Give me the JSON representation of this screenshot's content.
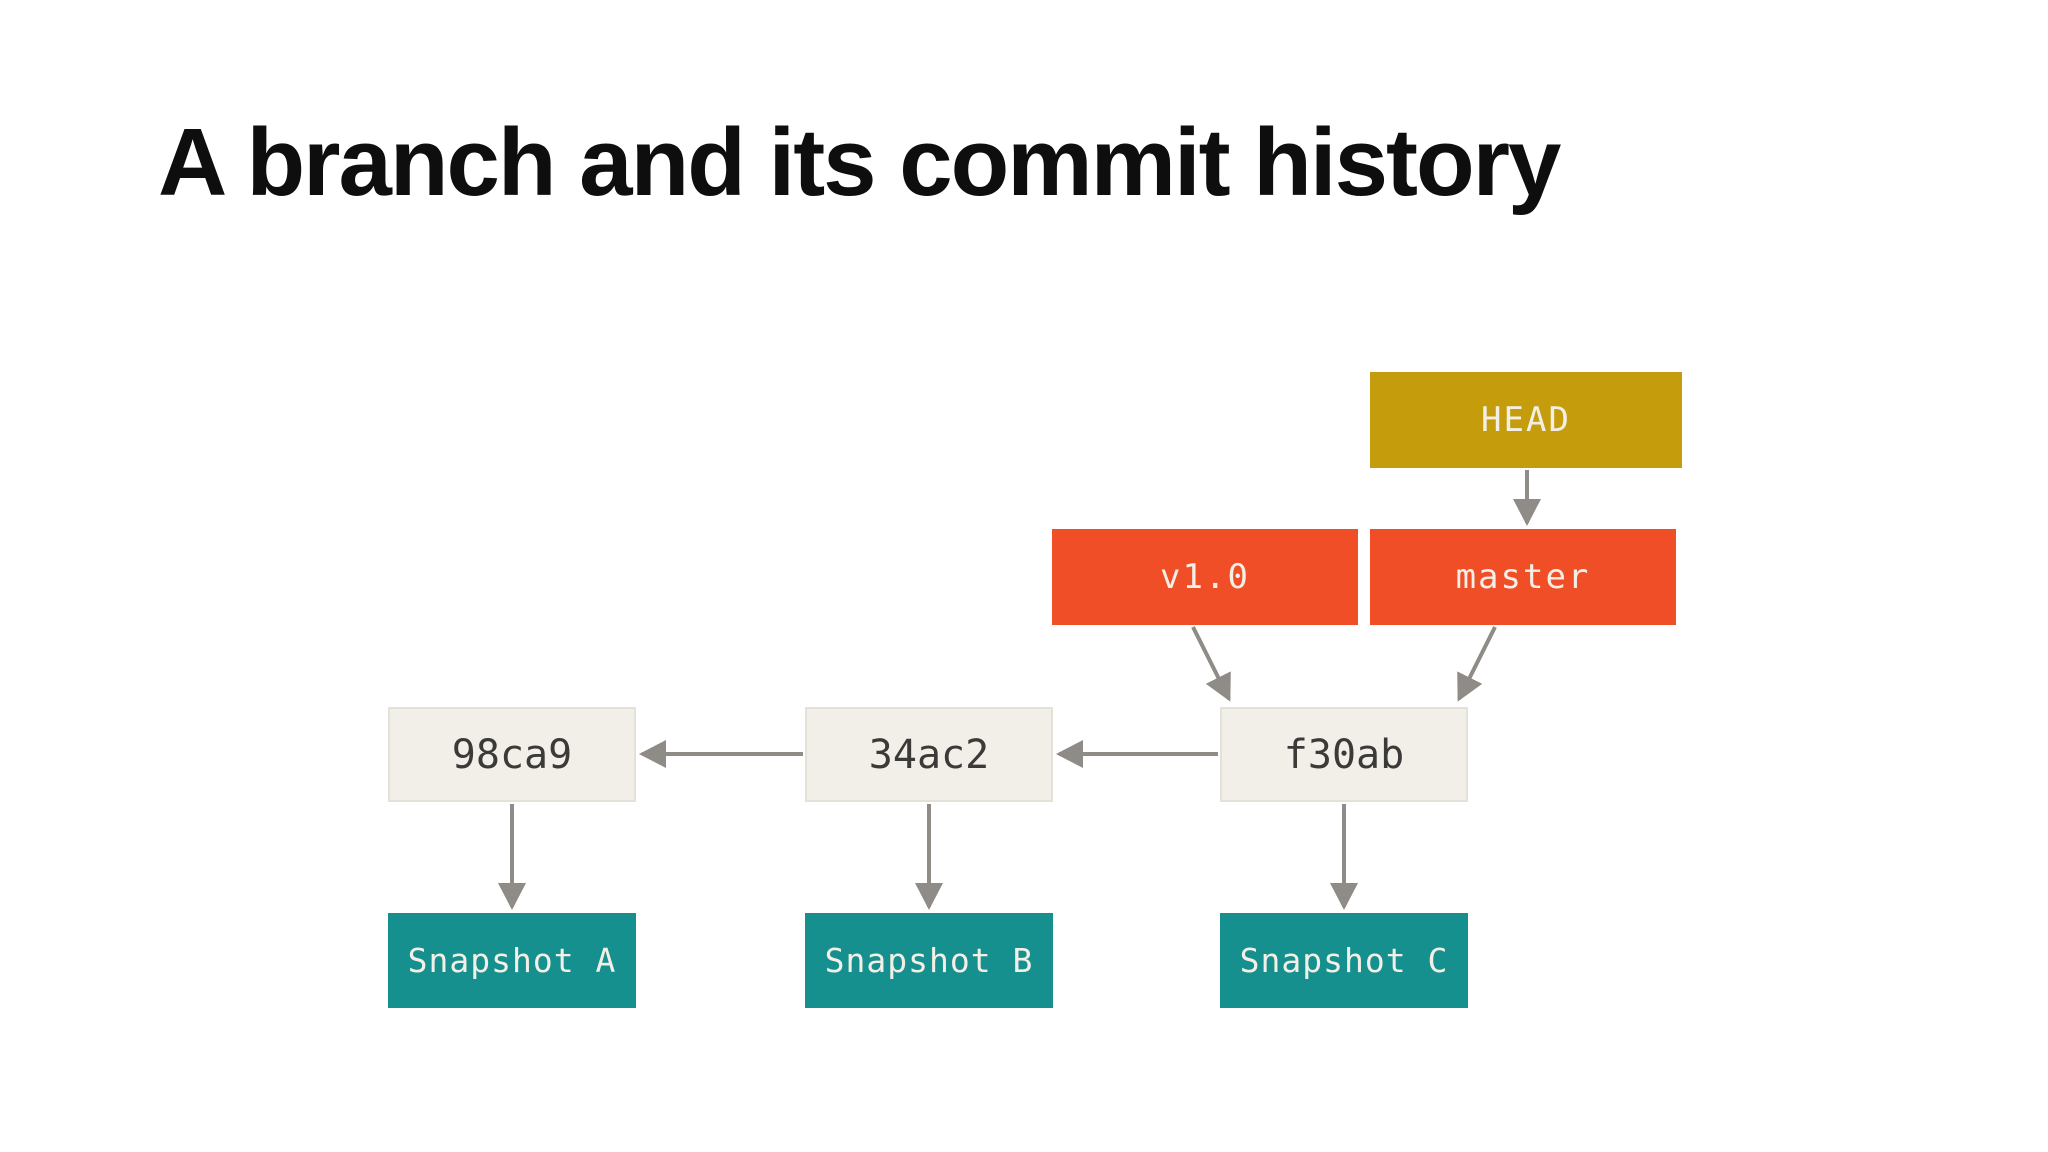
{
  "slide": {
    "title": "A branch and its commit history"
  },
  "diagram": {
    "head": {
      "label": "HEAD"
    },
    "tag": {
      "label": "v1.0"
    },
    "branch": {
      "label": "master"
    },
    "commits": [
      {
        "id": "98ca9",
        "snapshot": "Snapshot A"
      },
      {
        "id": "34ac2",
        "snapshot": "Snapshot B"
      },
      {
        "id": "f30ab",
        "snapshot": "Snapshot C"
      }
    ]
  },
  "colors": {
    "head": "#C59D0C",
    "branch": "#F04E27",
    "commit_fill": "#F1EFE8",
    "commit_border": "#E3E1D8",
    "commit_text": "#3B3A38",
    "snapshot": "#15908E",
    "arrow": "#8F8B87",
    "label_text": "#F4EFE6",
    "title_text": "#0E0E0E",
    "bg": "#FFFFFF"
  }
}
